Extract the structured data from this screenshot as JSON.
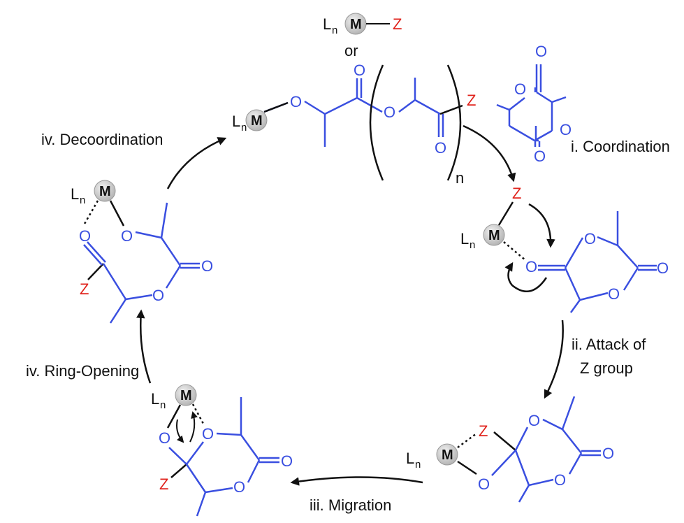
{
  "colors": {
    "bond_blue": "#3a4fe0",
    "red": "#e0231c",
    "black": "#111111",
    "metal_fill": "#c9c9c9"
  },
  "labels": {
    "step_coordination": "i. Coordination",
    "step_attack_line1": "ii. Attack of",
    "step_attack_line2": "Z group",
    "step_migration": "iii. Migration",
    "step_ring_opening": "iv. Ring-Opening",
    "step_decoordination": "iv. Decoordination",
    "or_text": "or"
  },
  "atoms": {
    "metal": "M",
    "ligand": "L",
    "ligand_sub": "n",
    "z": "Z",
    "oxygen": "O",
    "repeat_n": "n"
  }
}
